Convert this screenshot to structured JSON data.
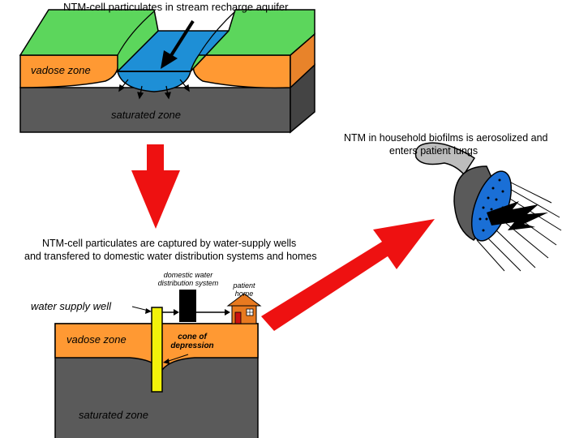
{
  "top_panel": {
    "title": "NTM-cell particulates in stream recharge aquifer",
    "vadose_label": "vadose zone",
    "saturated_label": "saturated zone"
  },
  "middle_caption": {
    "line1": "NTM-cell particulates are captured by water-supply wells",
    "line2": "and transfered to domestic water distribution systems and homes"
  },
  "bottom_panel": {
    "well_label": "water supply well",
    "distribution_label_1": "domestic water",
    "distribution_label_2": "distribution system",
    "home_label_1": "patient",
    "home_label_2": "home",
    "cone_label_1": "cone of",
    "cone_label_2": "depression",
    "vadose_label": "vadose zone",
    "saturated_label": "saturated zone"
  },
  "right_panel": {
    "caption_line1": "NTM in household biofilms is aerosolized and",
    "caption_line2": "enters patient lungs"
  },
  "colors": {
    "grass": "#5cd65c",
    "vadose": "#ff9933",
    "saturated": "#5a5a5a",
    "stream": "#1e8fd6",
    "arrow_red": "#ee1111",
    "well": "#f2f20a",
    "house": "#e87a20",
    "showerhead_face": "#1a6fd6"
  }
}
